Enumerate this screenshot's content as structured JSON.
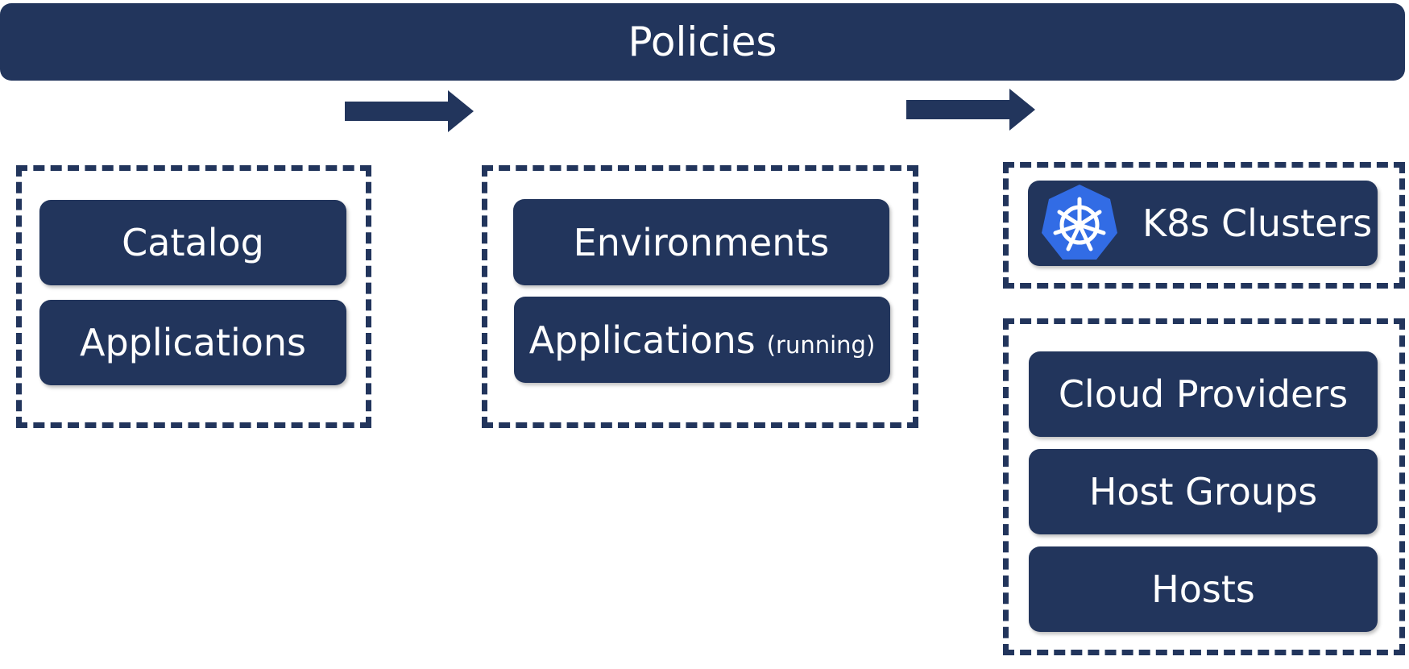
{
  "header": {
    "title": "Policies"
  },
  "groups": {
    "left": {
      "items": [
        "Catalog",
        "Applications"
      ]
    },
    "middle": {
      "item1": "Environments",
      "item2": "Applications",
      "item2_note": "(running)"
    },
    "right_top": {
      "item": "K8s Clusters",
      "icon": "kubernetes-helm-icon"
    },
    "right_bottom": {
      "items": [
        "Cloud Providers",
        "Host Groups",
        "Hosts"
      ]
    }
  },
  "colors": {
    "primary": "#22355c",
    "k8s_blue": "#326ce5",
    "background": "#ffffff"
  }
}
